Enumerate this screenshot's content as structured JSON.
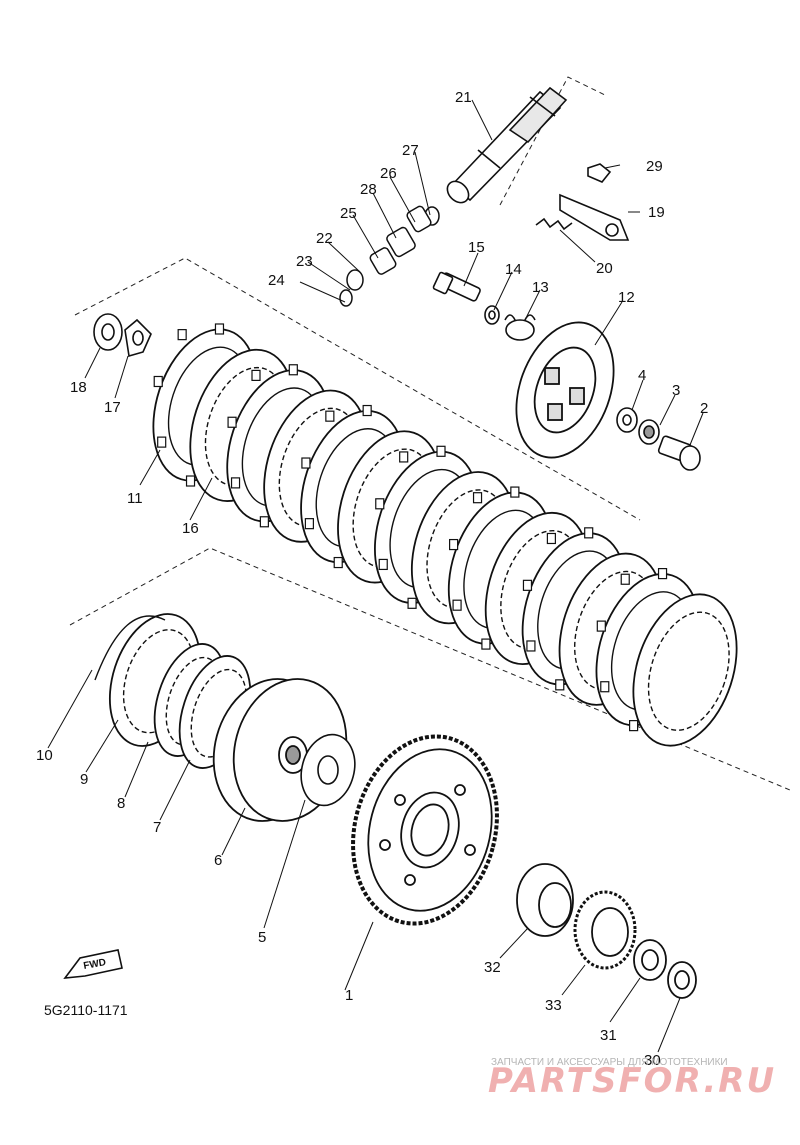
{
  "diagram": {
    "catalog_code": "5G2110-1171",
    "fwd_label": "FWD",
    "callouts": [
      {
        "id": "c1",
        "label": "1"
      },
      {
        "id": "c2",
        "label": "2"
      },
      {
        "id": "c3",
        "label": "3"
      },
      {
        "id": "c4",
        "label": "4"
      },
      {
        "id": "c5",
        "label": "5"
      },
      {
        "id": "c6",
        "label": "6"
      },
      {
        "id": "c7",
        "label": "7"
      },
      {
        "id": "c8",
        "label": "8"
      },
      {
        "id": "c9",
        "label": "9"
      },
      {
        "id": "c10",
        "label": "10"
      },
      {
        "id": "c11",
        "label": "11"
      },
      {
        "id": "c12",
        "label": "12"
      },
      {
        "id": "c13",
        "label": "13"
      },
      {
        "id": "c14",
        "label": "14"
      },
      {
        "id": "c15",
        "label": "15"
      },
      {
        "id": "c16",
        "label": "16"
      },
      {
        "id": "c17",
        "label": "17"
      },
      {
        "id": "c18",
        "label": "18"
      },
      {
        "id": "c19",
        "label": "19"
      },
      {
        "id": "c20",
        "label": "20"
      },
      {
        "id": "c21",
        "label": "21"
      },
      {
        "id": "c22",
        "label": "22"
      },
      {
        "id": "c23",
        "label": "23"
      },
      {
        "id": "c24",
        "label": "24"
      },
      {
        "id": "c25",
        "label": "25"
      },
      {
        "id": "c26",
        "label": "26"
      },
      {
        "id": "c27",
        "label": "27"
      },
      {
        "id": "c28",
        "label": "28"
      },
      {
        "id": "c29",
        "label": "29"
      },
      {
        "id": "c30",
        "label": "30"
      },
      {
        "id": "c31",
        "label": "31"
      },
      {
        "id": "c32",
        "label": "32"
      },
      {
        "id": "c33",
        "label": "33"
      }
    ]
  },
  "watermark": {
    "tagline": "ЗАПЧАСТИ И АКСЕССУАРЫ ДЛЯ МОТОТЕХНИКИ",
    "logo": "PARTSFOR.RU",
    "color": "#f0b0b0"
  }
}
